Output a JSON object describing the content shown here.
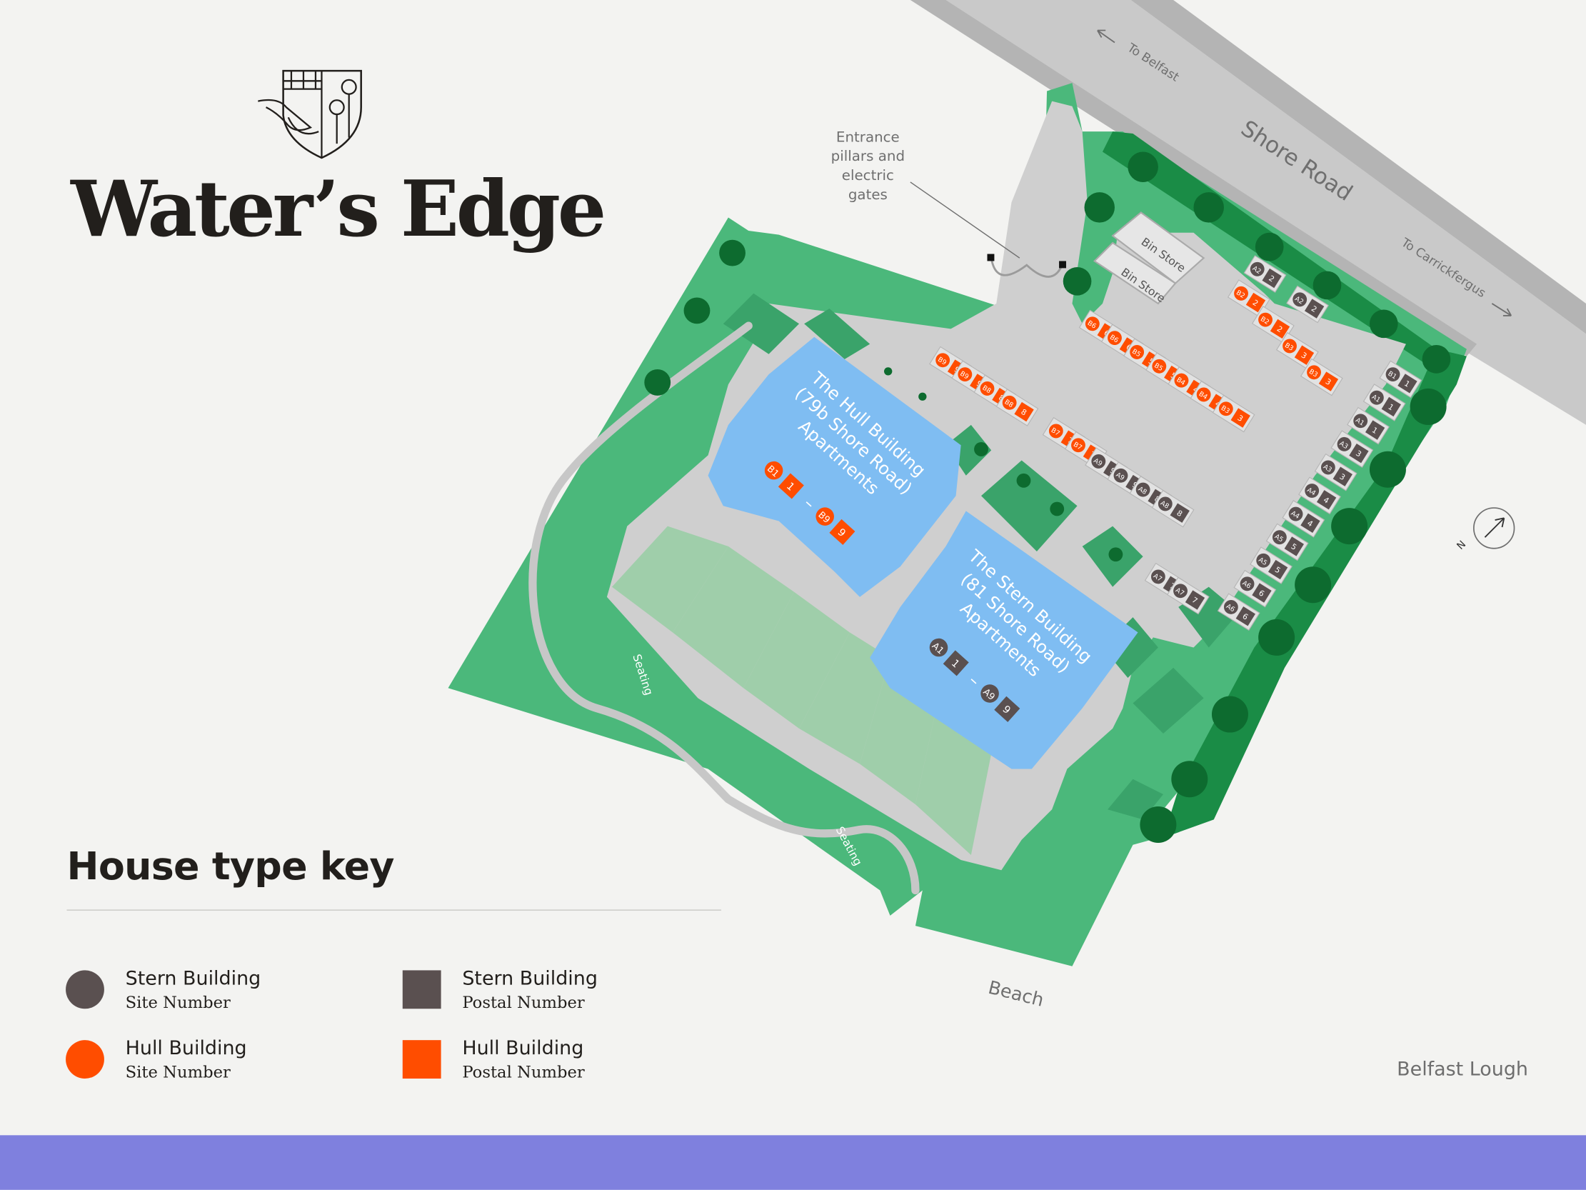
{
  "brand": {
    "name": "Water’s Edge",
    "logo_icon": "crest-logo-icon"
  },
  "colors": {
    "background": "#f3f3f1",
    "road": "#c9c9c9",
    "road_edge": "#b4b4b4",
    "grass": "#4bb87b",
    "grass_dark": "#1a8c46",
    "tree": "#0d6b2f",
    "paving": "#cfcfcf",
    "garden": "#9fceaa",
    "building": "#7fbdf2",
    "stern": "#5a5050",
    "hull": "#ff4d00",
    "footer": "#7f80de",
    "text": "#221f1c"
  },
  "map": {
    "road_name": "Shore Road",
    "to_belfast": "To Belfast",
    "to_carrickfergus": "To Carrickfergus",
    "entrance_note": [
      "Entrance",
      "pillars and",
      "electric",
      "gates"
    ],
    "bin_store_1": "Bin Store",
    "bin_store_2": "Bin Store",
    "seating_1": "Seating",
    "seating_2": "Seating",
    "beach": "Beach",
    "belfast_lough": "Belfast Lough",
    "north_label": "N",
    "hull_building": {
      "lines": [
        "The Hull Building",
        "(79b Shore Road)",
        "Apartments"
      ],
      "range_start_site": "B1",
      "range_start_postal": "1",
      "range_end_site": "B9",
      "range_end_postal": "9",
      "dash": "–"
    },
    "stern_building": {
      "lines": [
        "The Stern Building",
        "(81 Shore Road)",
        "Apartments"
      ],
      "range_start_site": "A1",
      "range_start_postal": "1",
      "range_end_site": "A9",
      "range_end_postal": "9",
      "dash": "–"
    },
    "parking_groups": [
      {
        "id": "east-row",
        "type": "stern",
        "bays": [
          [
            "B1",
            "1"
          ],
          [
            "A1",
            "1"
          ],
          [
            "A1",
            "1"
          ],
          [
            "A3",
            "3"
          ],
          [
            "A3",
            "3"
          ],
          [
            "A4",
            "4"
          ],
          [
            "A4",
            "4"
          ],
          [
            "A5",
            "5"
          ],
          [
            "A5",
            "5"
          ],
          [
            "A6",
            "6"
          ],
          [
            "A6",
            "6"
          ]
        ]
      },
      {
        "id": "north-stern",
        "type": "stern",
        "bays": [
          [
            "A2",
            "2"
          ],
          [
            "A2",
            "2"
          ]
        ]
      },
      {
        "id": "north-hull",
        "type": "hull",
        "bays": [
          [
            "B2",
            "2"
          ],
          [
            "B2",
            "2"
          ],
          [
            "B3",
            "3"
          ],
          [
            "B3",
            "3"
          ]
        ]
      },
      {
        "id": "hull-row-1",
        "type": "hull",
        "bays": [
          [
            "B6",
            "6"
          ],
          [
            "B6",
            "6"
          ],
          [
            "B5",
            "5"
          ],
          [
            "B5",
            "5"
          ],
          [
            "B4",
            "4"
          ],
          [
            "B4",
            "4"
          ],
          [
            "B3",
            "3"
          ]
        ]
      },
      {
        "id": "hull-row-2",
        "type": "hull",
        "bays": [
          [
            "B9",
            "9"
          ],
          [
            "B9",
            "9"
          ],
          [
            "B8",
            "8"
          ],
          [
            "B8",
            "8"
          ]
        ]
      },
      {
        "id": "hull-row-3",
        "type": "hull",
        "bays": [
          [
            "B7",
            "7"
          ],
          [
            "B7",
            "7"
          ]
        ]
      },
      {
        "id": "stern-row-1",
        "type": "stern",
        "bays": [
          [
            "A9",
            "9"
          ],
          [
            "A9",
            "9"
          ],
          [
            "A8",
            "8"
          ],
          [
            "A8",
            "8"
          ]
        ]
      },
      {
        "id": "stern-row-2",
        "type": "stern",
        "bays": [
          [
            "A7",
            "7"
          ],
          [
            "A7",
            "7"
          ]
        ]
      }
    ]
  },
  "key": {
    "title": "House type key",
    "items": [
      {
        "name": "Stern Building",
        "sub": "Site Number",
        "shape": "circle",
        "color": "#5a5050"
      },
      {
        "name": "Stern Building",
        "sub": "Postal Number",
        "shape": "square",
        "color": "#5a5050"
      },
      {
        "name": "Hull Building",
        "sub": "Site Number",
        "shape": "circle",
        "color": "#ff4d00"
      },
      {
        "name": "Hull Building",
        "sub": "Postal Number",
        "shape": "square",
        "color": "#ff4d00"
      }
    ]
  }
}
